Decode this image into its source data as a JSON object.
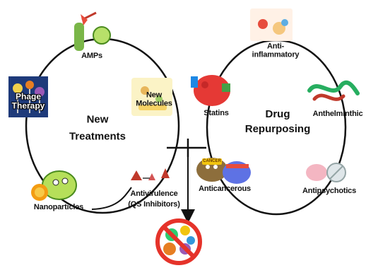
{
  "left_cycle": {
    "title_line1": "New",
    "title_line2": "Treatments",
    "items": {
      "amps": "AMPs",
      "phage_line1": "Phage",
      "phage_line2": "Therapy",
      "new_mol_line1": "New",
      "new_mol_line2": "Molecules",
      "nanoparticles": "Nanoparticles",
      "antivirulence_line1": "Antivirulence",
      "antivirulence_line2": "(QS Inhibitors)"
    }
  },
  "right_cycle": {
    "title_line1": "Drug",
    "title_line2": "Repurposing",
    "items": {
      "anti_infl_line1": "Anti-",
      "anti_infl_line2": "inflammatory",
      "statins": "Statins",
      "anthelminthic": "Anthelminthic",
      "anticancerous": "Anticancerous",
      "antipsychotics": "Antipsychotics"
    }
  },
  "sign_text": "CANCER",
  "colors": {
    "line": "#111111",
    "prohibit": "#e5332a"
  }
}
